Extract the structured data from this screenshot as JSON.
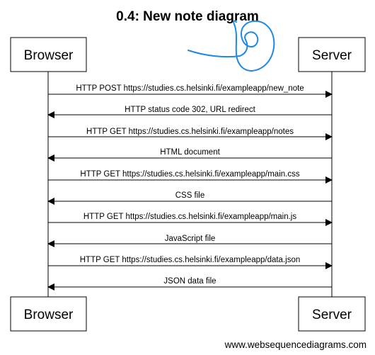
{
  "title": "0.4: New note diagram",
  "actors": {
    "browser": "Browser",
    "server": "Server"
  },
  "messages": [
    {
      "from": "browser",
      "to": "server",
      "label": "HTTP POST https://studies.cs.helsinki.fi/exampleapp/new_note"
    },
    {
      "from": "server",
      "to": "browser",
      "label": "HTTP status code 302, URL redirect"
    },
    {
      "from": "browser",
      "to": "server",
      "label": "HTTP GET https://studies.cs.helsinki.fi/exampleapp/notes"
    },
    {
      "from": "server",
      "to": "browser",
      "label": "HTML document"
    },
    {
      "from": "browser",
      "to": "server",
      "label": "HTTP GET https://studies.cs.helsinki.fi/exampleapp/main.css"
    },
    {
      "from": "server",
      "to": "browser",
      "label": "CSS file"
    },
    {
      "from": "browser",
      "to": "server",
      "label": "HTTP GET https://studies.cs.helsinki.fi/exampleapp/main.js"
    },
    {
      "from": "server",
      "to": "browser",
      "label": "JavaScript file"
    },
    {
      "from": "browser",
      "to": "server",
      "label": "HTTP GET https://studies.cs.helsinki.fi/exampleapp/data.json"
    },
    {
      "from": "server",
      "to": "browser",
      "label": "JSON data file"
    }
  ],
  "footer": "www.websequencediagrams.com",
  "colors": {
    "line": "#000000",
    "scribble": "#1e88e5",
    "background": "#ffffff"
  }
}
